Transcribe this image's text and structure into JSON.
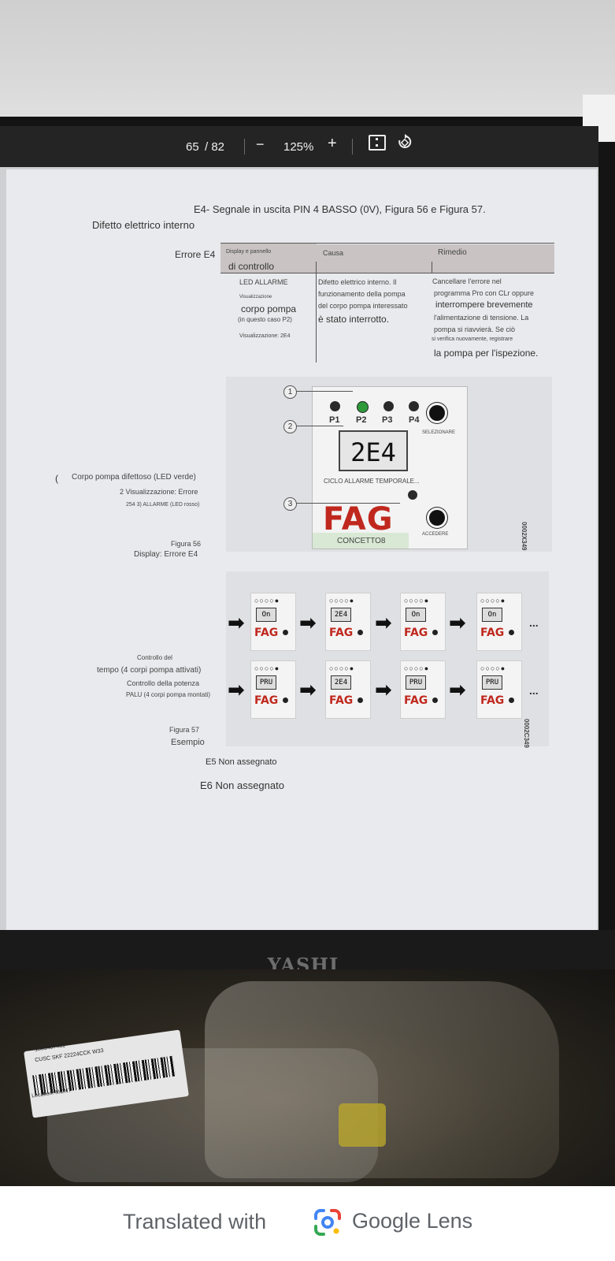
{
  "toolbar": {
    "page_current": "65",
    "page_total": "/ 82",
    "zoom_out": "−",
    "zoom_level": "125%",
    "zoom_in": "+"
  },
  "doc": {
    "title": "E4- Segnale in uscita PIN 4 BASSO (0V), Figura 56 e Figura 57.",
    "subtitle": "Difetto elettrico interno",
    "error_label": "Errore E4",
    "col_display_small": "Display e pannello",
    "col_display": "di controllo",
    "col_cause": "Causa",
    "col_remedy": "Rimedio",
    "led_alarm": "LED ALLARME",
    "visualizzazione": "Visualizzazione",
    "corpo_pompa": "corpo pompa",
    "in_questo_caso": "(in questo caso P2)",
    "visualizzazione_e4": "Visualizzazione: 2E4",
    "cause_1": "Difetto elettrico interno. Il",
    "cause_2": "funzionamento della pompa",
    "cause_3": "del corpo pompa interessato",
    "cause_4": "è stato interrotto.",
    "remedy_1": "Cancellare l'errore nel",
    "remedy_2": "programma Pro con CLr oppure",
    "remedy_3": "interrompere brevemente",
    "remedy_4": "l'alimentazione di tensione. La",
    "remedy_5": "pompa si riavvierà. Se ciò",
    "remedy_6": "si verifica nuovamente, registrare",
    "remedy_7": "la pompa per l'ispezione."
  },
  "figure56": {
    "num1": "1",
    "num2": "2",
    "num3": "3",
    "p1": "P1",
    "p2": "P2",
    "p3": "P3",
    "p4": "P4",
    "display": "2E4",
    "selezionare": "SELEZIONARE",
    "ciclo": "CICLO ALLARME TEMPORALE...",
    "logo": "FAG",
    "concetto": "CONCETTO8",
    "accedere": "ACCEDERE",
    "side_code": "0002X349",
    "legend_1": "Corpo pompa difettoso (LED verde)",
    "legend_2": "2 Visualizzazione: Errore",
    "legend_3": "254 3) ALLARME (LED rosso)",
    "caption_1": "Figura 56",
    "caption_2": "Display: Errore E4"
  },
  "figure57": {
    "row1": [
      "On",
      "2E4",
      "On",
      "On"
    ],
    "row2": [
      "PRU",
      "2E4",
      "PRU",
      "PRU"
    ],
    "mini_logo": "FAG",
    "ellipsis": "...",
    "side_code": "0002C349",
    "legend_1": "Controllo del",
    "legend_2": "tempo (4 corpi pompa attivati)",
    "legend_3": "Controllo della potenza",
    "legend_4": "PALU (4 corpi pompa montati)",
    "caption_1": "Figura 57",
    "caption_2": "Esempio"
  },
  "tail": {
    "e5": "E5 Non assegnato",
    "e6": "E6 Non assegnato"
  },
  "monitor": {
    "brand": "YASHI"
  },
  "desk_label": {
    "line1": "1805407451",
    "line2": "CUSC SKF 22224CCK W33",
    "line3": "Location: MONT"
  },
  "footer": {
    "text": "Translated with",
    "brand": "Google Lens"
  },
  "colors": {
    "fag_red": "#c0281e",
    "led_green": "#2e9a3a",
    "label_bg": "#d8e8d4",
    "header_bg": "#c9c3c4"
  }
}
